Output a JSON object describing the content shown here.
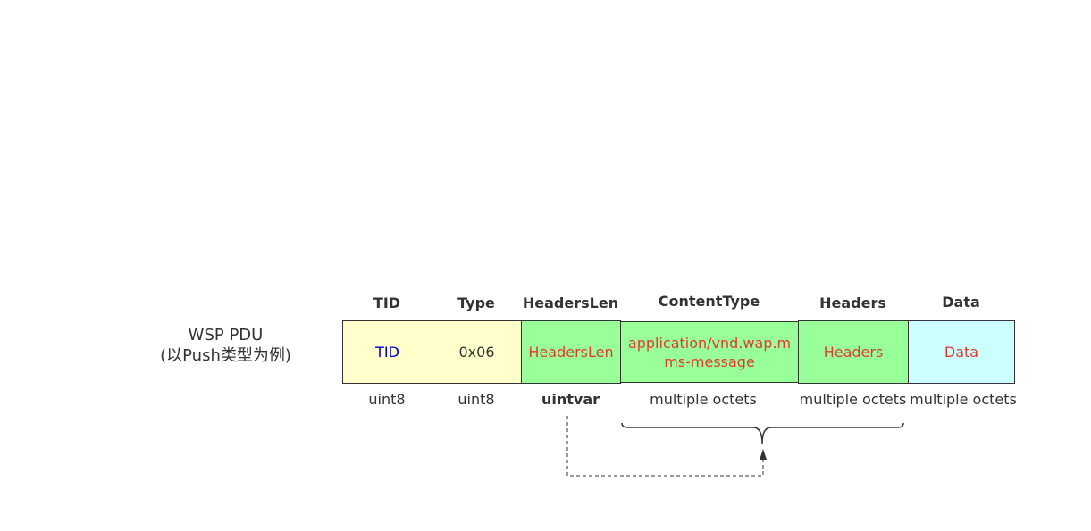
{
  "row_label": {
    "line1": "WSP PDU",
    "line2": "(以Push类型为例)"
  },
  "fields": [
    {
      "key": "tid",
      "header": "TID",
      "value": "TID",
      "type": "uint8",
      "fill": "#FFFFCC",
      "value_color": "#0000CC",
      "type_bold": false
    },
    {
      "key": "type",
      "header": "Type",
      "value": "0x06",
      "type": "uint8",
      "fill": "#FFFFCC",
      "value_color": "#333333",
      "type_bold": false
    },
    {
      "key": "headerslen",
      "header": "HeadersLen",
      "value": "HeadersLen",
      "type": "uintvar",
      "fill": "#99FF99",
      "value_color": "#E03C31",
      "type_bold": true
    },
    {
      "key": "contenttype",
      "header": "ContentType",
      "value": "application/vnd.wap.mms-message",
      "type": "multiple octets",
      "fill": "#99FF99",
      "value_color": "#E03C31",
      "type_bold": false
    },
    {
      "key": "headers",
      "header": "Headers",
      "value": "Headers",
      "type": "multiple octets",
      "fill": "#99FF99",
      "value_color": "#E03C31",
      "type_bold": false
    },
    {
      "key": "data",
      "header": "Data",
      "value": "Data",
      "type": "multiple octets",
      "fill": "#CCFFFF",
      "value_color": "#E03C31",
      "type_bold": false
    }
  ],
  "colors": {
    "border": "#333333",
    "text": "#333333",
    "connector": "#333333"
  }
}
